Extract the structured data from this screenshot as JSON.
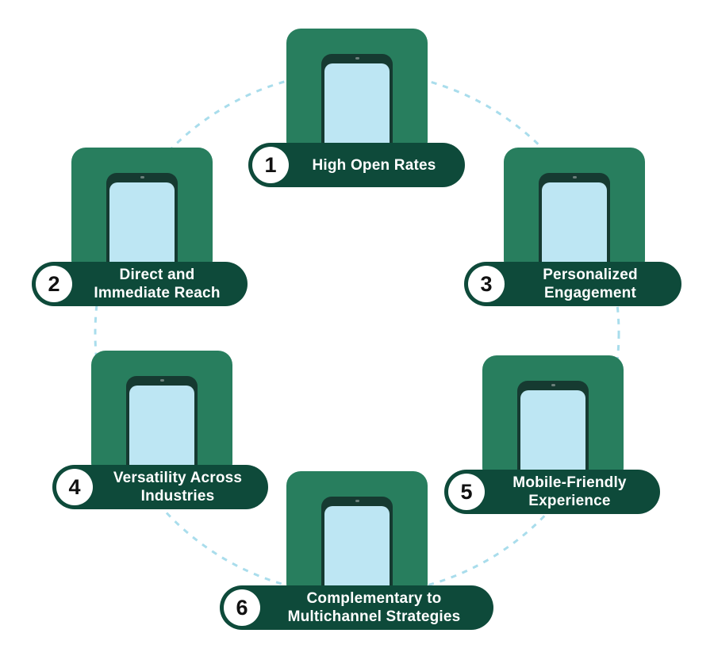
{
  "diagram": {
    "colors": {
      "card": "#287e5e",
      "label": "#0e4a3a",
      "screen": "#bde6f3",
      "ring": "#a9ddec"
    },
    "items": [
      {
        "number": "1",
        "text": "High Open Rates"
      },
      {
        "number": "2",
        "text": "Direct and Immediate Reach"
      },
      {
        "number": "3",
        "text": "Personalized Engagement"
      },
      {
        "number": "4",
        "text": "Versatility Across Industries"
      },
      {
        "number": "5",
        "text": "Mobile-Friendly Experience"
      },
      {
        "number": "6",
        "text": "Complementary to Multichannel Strategies"
      }
    ]
  }
}
